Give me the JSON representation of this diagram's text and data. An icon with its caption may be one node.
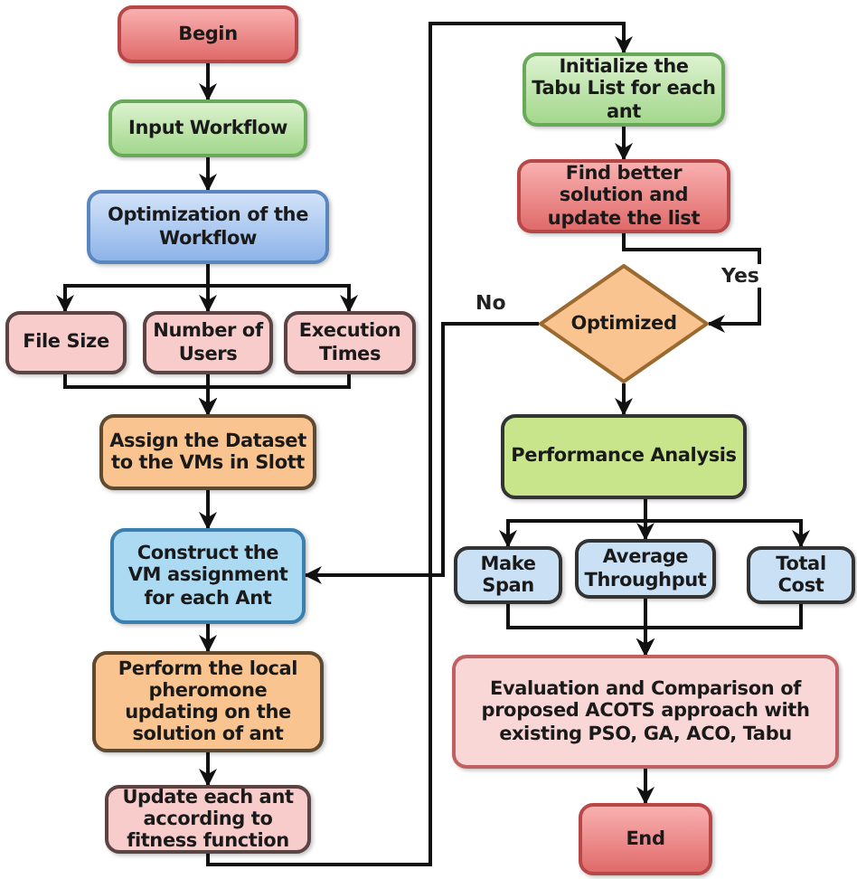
{
  "diagram": {
    "nodes": [
      {
        "text": [
          "Begin"
        ]
      },
      {
        "text": [
          "Input Workflow"
        ]
      },
      {
        "text": [
          "Optimization of the Workflow"
        ]
      },
      {
        "text": [
          "File Size"
        ]
      },
      {
        "text": [
          "Number of Users"
        ]
      },
      {
        "text": [
          "Execution Times"
        ]
      },
      {
        "text": [
          "Assign the Dataset to the VMs in Slott"
        ]
      },
      {
        "text": [
          "Construct the VM assignment for each Ant"
        ]
      },
      {
        "text": [
          "Perform the local pheromone updating on the solution of ant"
        ]
      },
      {
        "text": [
          "Update each ant according to fitness function"
        ]
      },
      {
        "text": [
          "Initialize the Tabu List for each ant"
        ]
      },
      {
        "text": [
          "Find better solution and update the list"
        ]
      },
      {
        "text": [
          "Optimized"
        ]
      },
      {
        "text": [
          "Performance Analysis"
        ]
      },
      {
        "text": [
          "Make Span"
        ]
      },
      {
        "text": [
          "Average Throughput"
        ]
      },
      {
        "text": [
          "Total Cost"
        ]
      },
      {
        "text": [
          "Evaluation and Comparison of proposed ACOTS approach with existing PSO, GA, ACO, Tabu"
        ]
      },
      {
        "text": [
          "End"
        ]
      }
    ],
    "edges": [
      {
        "from": 0,
        "to": 1,
        "arrow": "to"
      },
      {
        "from": 1,
        "to": 2,
        "arrow": "to"
      },
      {
        "from": 2,
        "to": 3,
        "arrow": "to"
      },
      {
        "from": 2,
        "to": 4,
        "arrow": "to"
      },
      {
        "from": 2,
        "to": 5,
        "arrow": "to"
      },
      {
        "from": 3,
        "to": 6,
        "arrow": "to"
      },
      {
        "from": 4,
        "to": 6,
        "arrow": "to"
      },
      {
        "from": 5,
        "to": 6,
        "arrow": "to"
      },
      {
        "from": 6,
        "to": 7,
        "arrow": "to"
      },
      {
        "from": 7,
        "to": 8,
        "arrow": "to"
      },
      {
        "from": 8,
        "to": 9,
        "arrow": "to"
      },
      {
        "from": 9,
        "to": 10,
        "arrow": "to"
      },
      {
        "from": 10,
        "to": 11,
        "arrow": "to"
      },
      {
        "from": 11,
        "to": 12,
        "arrow": "to",
        "label": "Yes"
      },
      {
        "from": 12,
        "to": 7,
        "arrow": "to",
        "label": "No"
      },
      {
        "from": 12,
        "to": 13,
        "arrow": "to"
      },
      {
        "from": 13,
        "to": 14,
        "arrow": "to"
      },
      {
        "from": 13,
        "to": 15,
        "arrow": "to"
      },
      {
        "from": 13,
        "to": 16,
        "arrow": "to"
      },
      {
        "from": 14,
        "to": 17,
        "arrow": "to"
      },
      {
        "from": 15,
        "to": 17,
        "arrow": "to"
      },
      {
        "from": 16,
        "to": 17,
        "arrow": "to"
      },
      {
        "from": 17,
        "to": 18,
        "arrow": "to"
      }
    ]
  }
}
